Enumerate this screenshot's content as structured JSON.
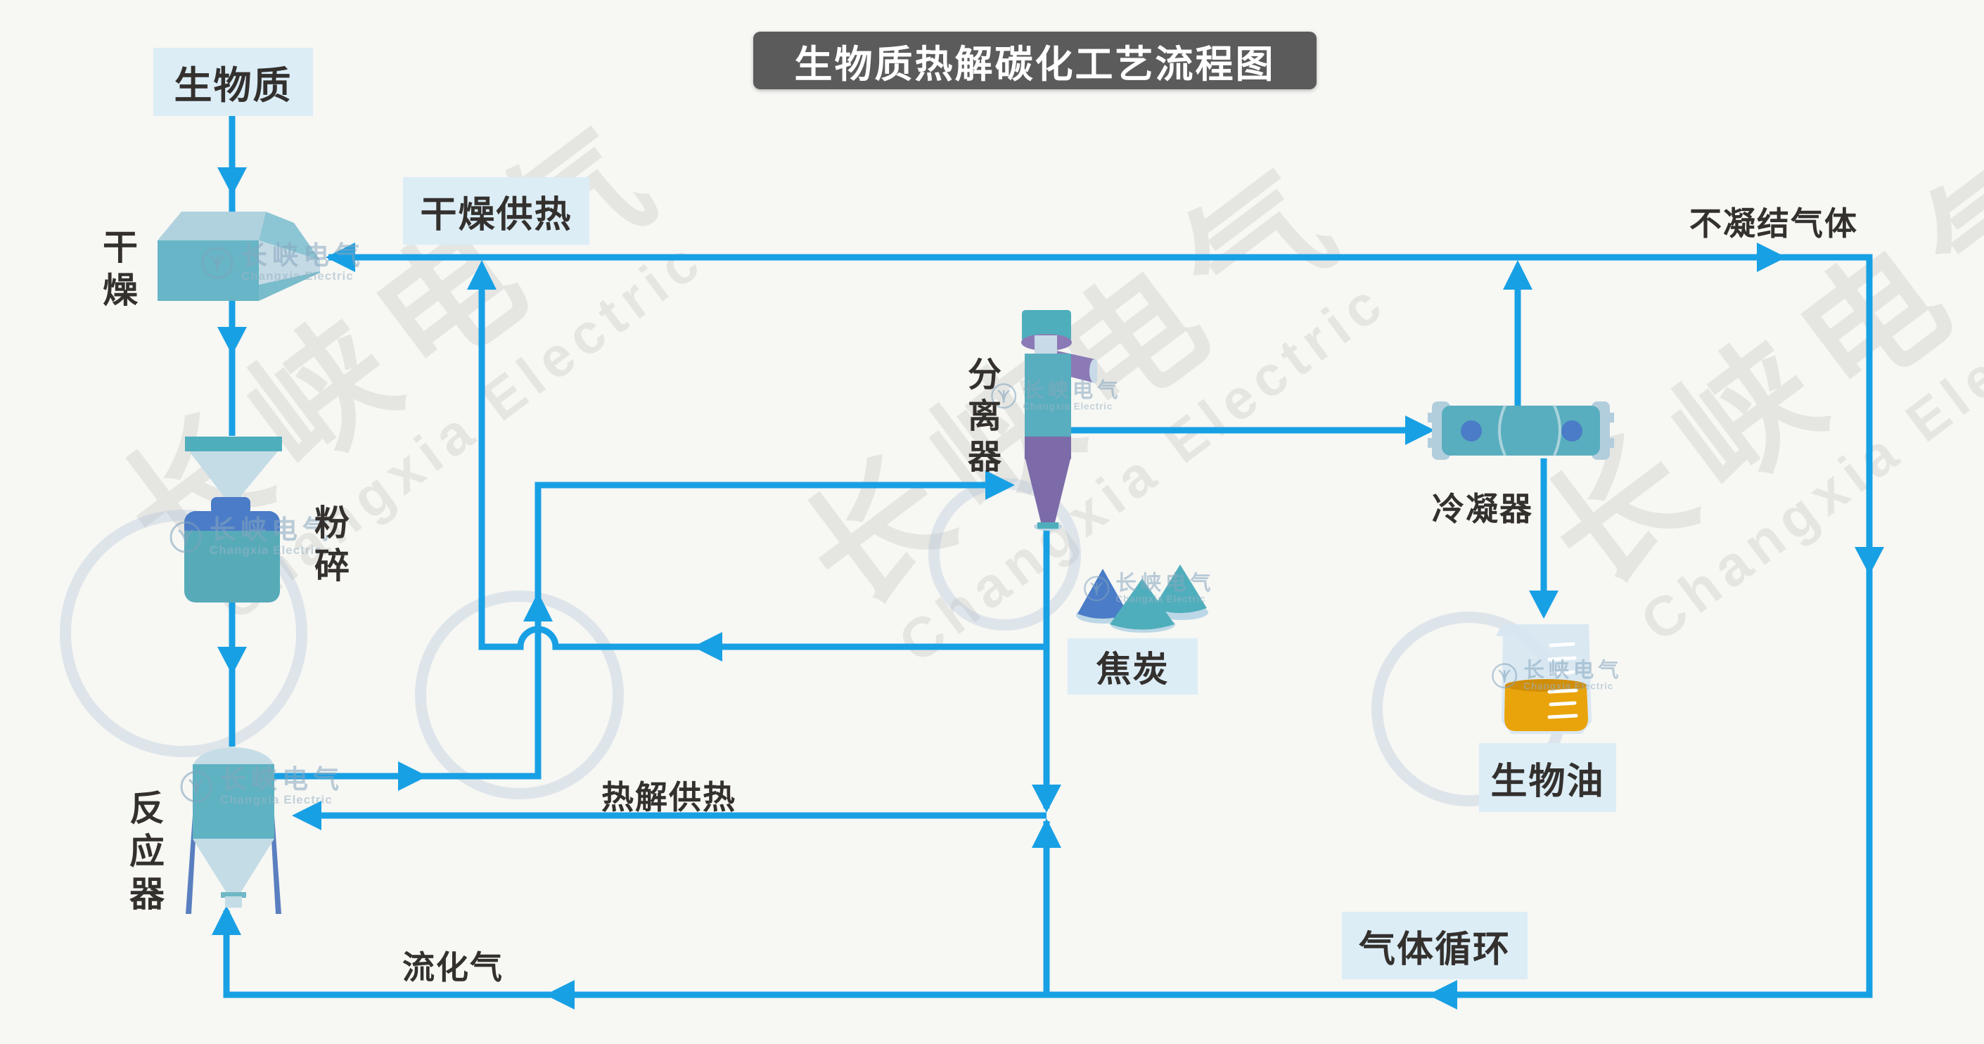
{
  "title": "生物质热解碳化工艺流程图",
  "watermark": {
    "zh": "长峡电气",
    "en": "Changxia Electric"
  },
  "nodes": {
    "biomass": {
      "label": "生物质"
    },
    "dryer": {
      "label": "干燥"
    },
    "crusher": {
      "label": "粉碎"
    },
    "reactor": {
      "label": "反应器"
    },
    "separator": {
      "label": "分离器"
    },
    "condenser": {
      "label": "冷凝器"
    },
    "char": {
      "label": "焦炭"
    },
    "bio_oil": {
      "label": "生物油"
    }
  },
  "streams": {
    "drying_heat": "干燥供热",
    "pyrolysis_heat": "热解供热",
    "fluidizing_gas": "流化气",
    "gas_recycle": "气体循环",
    "non_condensable_gas": "不凝结气体"
  },
  "colors": {
    "background": "#F7F7F4",
    "flow_line": "#18A0E4",
    "tag_background": "#DCEDF6",
    "title_background": "#5B5B5B",
    "title_text": "#FFFFFF",
    "text": "#33302E",
    "equipment_teal": "#58AEBE",
    "equipment_blue": "#4A7CC7",
    "equipment_purple": "#7C6BA8",
    "equipment_light": "#C4DAE5",
    "bio_oil_orange": "#E9A40C"
  }
}
